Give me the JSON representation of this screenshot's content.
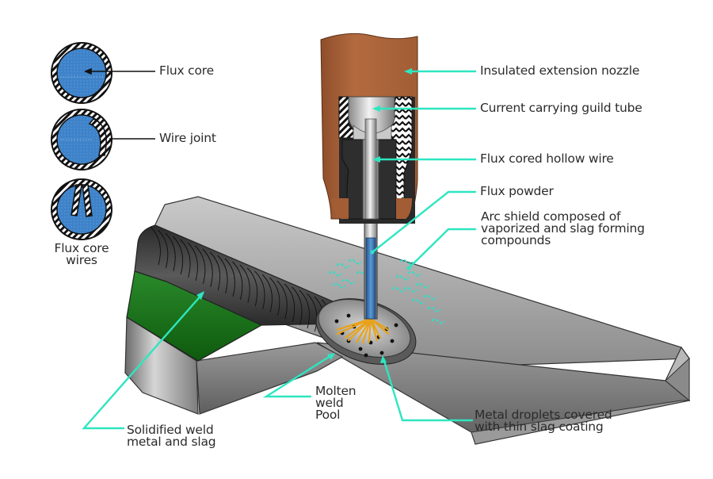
{
  "diagram": {
    "title": "Flux-cored arc welding process",
    "leader_color": "#2ee6c0",
    "colors": {
      "nozzle": "#b0673c",
      "flux_core": "#3c7fc8",
      "weld_bead": "#3a3a3a",
      "cut_section": "#1e7a1e",
      "base_metal": "#9a9a9a"
    }
  },
  "cross_sections": {
    "items": [
      {
        "id": "flux-core",
        "label": "Flux core"
      },
      {
        "id": "wire-joint",
        "label": "Wire joint"
      },
      {
        "id": "flux-core-wires",
        "label": "Flux core\nwires"
      }
    ]
  },
  "callouts": {
    "nozzle": "Insulated extension nozzle",
    "guide_tube": "Current carrying guild tube",
    "hollow_wire": "Flux cored hollow wire",
    "flux_powder": "Flux powder",
    "arc_shield": "Arc shield composed of\nvaporized and slag forming\ncompounds",
    "solidified_weld": "Solidified weld\nmetal and slag",
    "molten_pool": "Molten\nweld\nPool",
    "metal_droplets": "Metal droplets covered\nwith thin slag coating"
  }
}
